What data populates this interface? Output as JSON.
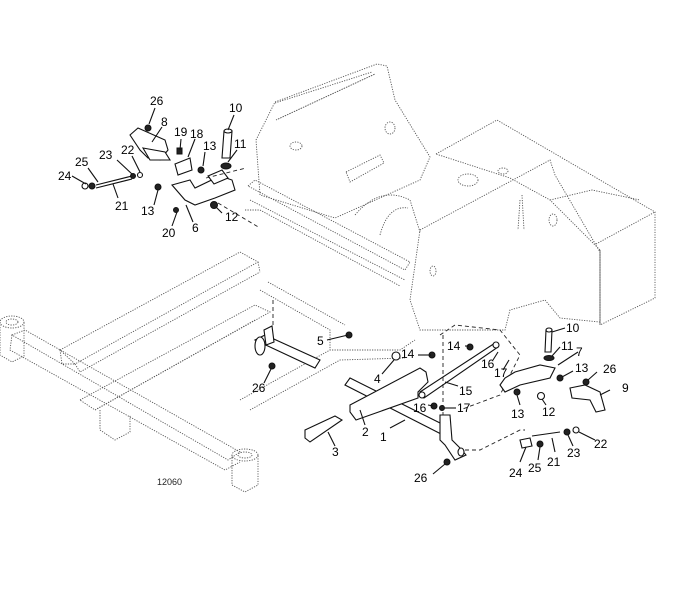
{
  "diagram": {
    "title": "Exploded parts diagram - mower frame and lever linkage",
    "figure_number": "12060",
    "callouts": [
      {
        "id": "c-26a",
        "label": "26"
      },
      {
        "id": "c-8a",
        "label": "8"
      },
      {
        "id": "c-10a",
        "label": "10"
      },
      {
        "id": "c-19",
        "label": "19"
      },
      {
        "id": "c-18",
        "label": "18"
      },
      {
        "id": "c-13a",
        "label": "13"
      },
      {
        "id": "c-11a",
        "label": "11"
      },
      {
        "id": "c-23a",
        "label": "23"
      },
      {
        "id": "c-22a",
        "label": "22"
      },
      {
        "id": "c-25a",
        "label": "25"
      },
      {
        "id": "c-24a",
        "label": "24"
      },
      {
        "id": "c-21a",
        "label": "21"
      },
      {
        "id": "c-13b",
        "label": "13"
      },
      {
        "id": "c-12a",
        "label": "12"
      },
      {
        "id": "c-20",
        "label": "20"
      },
      {
        "id": "c-6",
        "label": "6"
      },
      {
        "id": "c-5",
        "label": "5"
      },
      {
        "id": "c-26b",
        "label": "26"
      },
      {
        "id": "c-14a",
        "label": "14"
      },
      {
        "id": "c-14b",
        "label": "14"
      },
      {
        "id": "c-4",
        "label": "4"
      },
      {
        "id": "c-16a",
        "label": "16"
      },
      {
        "id": "c-17a",
        "label": "17"
      },
      {
        "id": "c-15",
        "label": "15"
      },
      {
        "id": "c-16b",
        "label": "16"
      },
      {
        "id": "c-17b",
        "label": "17"
      },
      {
        "id": "c-2",
        "label": "2"
      },
      {
        "id": "c-1",
        "label": "1"
      },
      {
        "id": "c-3",
        "label": "3"
      },
      {
        "id": "c-26c",
        "label": "26"
      },
      {
        "id": "c-10b",
        "label": "10"
      },
      {
        "id": "c-11b",
        "label": "11"
      },
      {
        "id": "c-7",
        "label": "7"
      },
      {
        "id": "c-13c",
        "label": "13"
      },
      {
        "id": "c-26d",
        "label": "26"
      },
      {
        "id": "c-9",
        "label": "9"
      },
      {
        "id": "c-13d",
        "label": "13"
      },
      {
        "id": "c-12b",
        "label": "12"
      },
      {
        "id": "c-22b",
        "label": "22"
      },
      {
        "id": "c-23b",
        "label": "23"
      },
      {
        "id": "c-21b",
        "label": "21"
      },
      {
        "id": "c-25b",
        "label": "25"
      },
      {
        "id": "c-24b",
        "label": "24"
      }
    ]
  }
}
